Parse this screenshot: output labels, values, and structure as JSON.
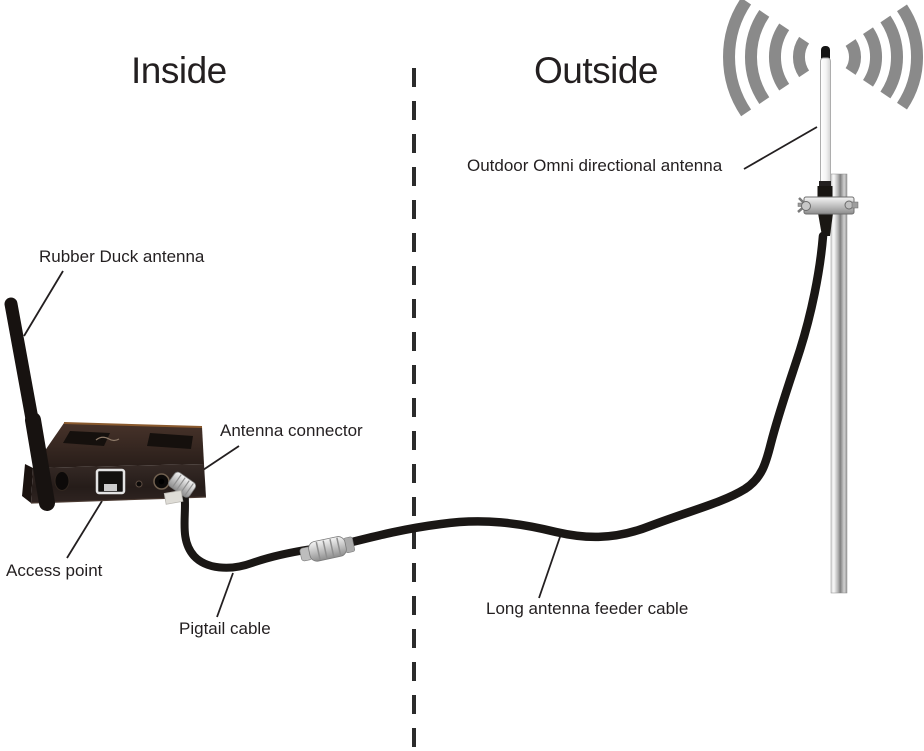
{
  "titles": {
    "inside": "Inside",
    "outside": "Outside"
  },
  "labels": {
    "rubber_duck_antenna": "Rubber Duck antenna",
    "antenna_connector": "Antenna connector",
    "access_point": "Access point",
    "pigtail_cable": "Pigtail cable",
    "long_feeder_cable": "Long antenna feeder cable",
    "outdoor_omni_antenna": "Outdoor Omni directional antenna"
  },
  "colors": {
    "text": "#231f20",
    "signal_arc": "#8a8a8a",
    "cable": "#1a1715",
    "divider": "#2b2b2b",
    "background": "#ffffff"
  }
}
